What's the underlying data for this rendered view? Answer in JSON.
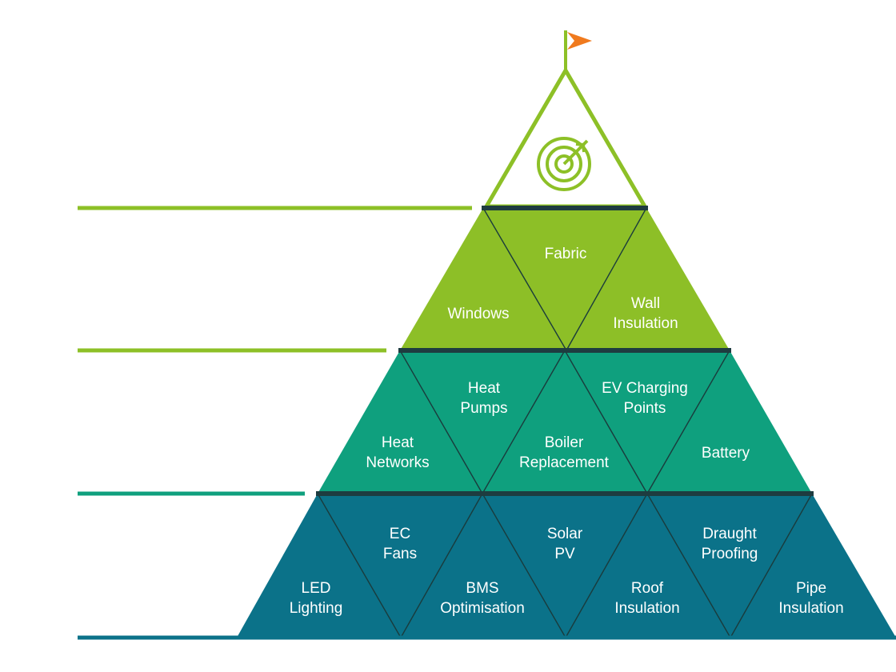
{
  "icons": {
    "flag": "flag-icon",
    "target": "target-with-arrow-icon"
  },
  "colors": {
    "apex_outline": "#8dc027",
    "tier1": "#8dbf27",
    "tier2": "#0fa07e",
    "tier3": "#0b7289",
    "separator": "#1e3c40",
    "flag": "#f07a1e",
    "triangle_lines": "#1a3b3c"
  },
  "tiers": [
    {
      "level": 1,
      "color": "#8dbf27",
      "line_color": "#8dc027",
      "labels": [
        "Fabric",
        "Windows",
        "Wall\nInsulation"
      ]
    },
    {
      "level": 2,
      "color": "#0fa07e",
      "line_color": "#8dc027",
      "labels": [
        "Heat\nPumps",
        "EV Charging\nPoints",
        "Heat\nNetworks",
        "Boiler\nReplacement",
        "Battery"
      ]
    },
    {
      "level": 3,
      "color": "#0b7289",
      "line_color": "#0fa07e",
      "labels": [
        "EC\nFans",
        "Solar\nPV",
        "Draught\nProofing",
        "LED\nLighting",
        "BMS\nOptimisation",
        "Roof\nInsulation",
        "Pipe\nInsulation"
      ]
    }
  ],
  "bottom_line_color": "#0b7289"
}
